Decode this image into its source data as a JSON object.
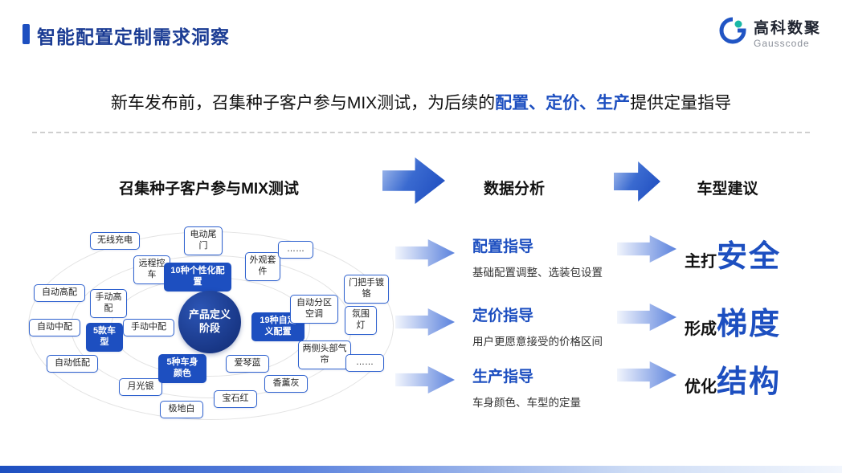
{
  "colors": {
    "accent": "#1d4fc0",
    "title_navy": "#1b3c94",
    "logo_teal": "#19b8a6"
  },
  "header": {
    "title": "智能配置定制需求洞察",
    "logo_name": "高科数聚",
    "logo_sub": "Gausscode"
  },
  "subtitle": {
    "pre": "新车发布前，召集种子客户参与MIX测试，为后续的",
    "highlight": "配置、定价、生产",
    "post": "提供定量指导"
  },
  "columns": {
    "left_title": "召集种子客户参与MIX测试",
    "mid_title": "数据分析",
    "right_title": "车型建议"
  },
  "diagram": {
    "center": "产品定义阶段",
    "nodes": [
      {
        "label": "无线充电"
      },
      {
        "label": "电动尾门"
      },
      {
        "label": "远程控车"
      },
      {
        "label": "外观套件"
      },
      {
        "label": "……"
      },
      {
        "label": "10种个性化配置"
      },
      {
        "label": "自动高配"
      },
      {
        "label": "手动高配"
      },
      {
        "label": "自动中配"
      },
      {
        "label": "手动中配"
      },
      {
        "label": "5款车型"
      },
      {
        "label": "自动低配"
      },
      {
        "label": "月光银"
      },
      {
        "label": "极地白"
      },
      {
        "label": "宝石红"
      },
      {
        "label": "5种车身颜色"
      },
      {
        "label": "爱琴蓝"
      },
      {
        "label": "香薰灰"
      },
      {
        "label": "19种自定义配置"
      },
      {
        "label": "两侧头部气帘"
      },
      {
        "label": "自动分区空调"
      },
      {
        "label": "氛围灯"
      },
      {
        "label": "门把手镀铬"
      },
      {
        "label": "……"
      }
    ]
  },
  "analysis": {
    "items": [
      {
        "title": "配置指导",
        "desc": "基础配置调整、选装包设置"
      },
      {
        "title": "定价指导",
        "desc": "用户更愿意接受的价格区间"
      },
      {
        "title": "生产指导",
        "desc": "车身颜色、车型的定量"
      }
    ]
  },
  "suggestions": {
    "items": [
      {
        "prefix": "主打",
        "keyword": "安全"
      },
      {
        "prefix": "形成",
        "keyword": "梯度"
      },
      {
        "prefix": "优化",
        "keyword": "结构"
      }
    ]
  }
}
